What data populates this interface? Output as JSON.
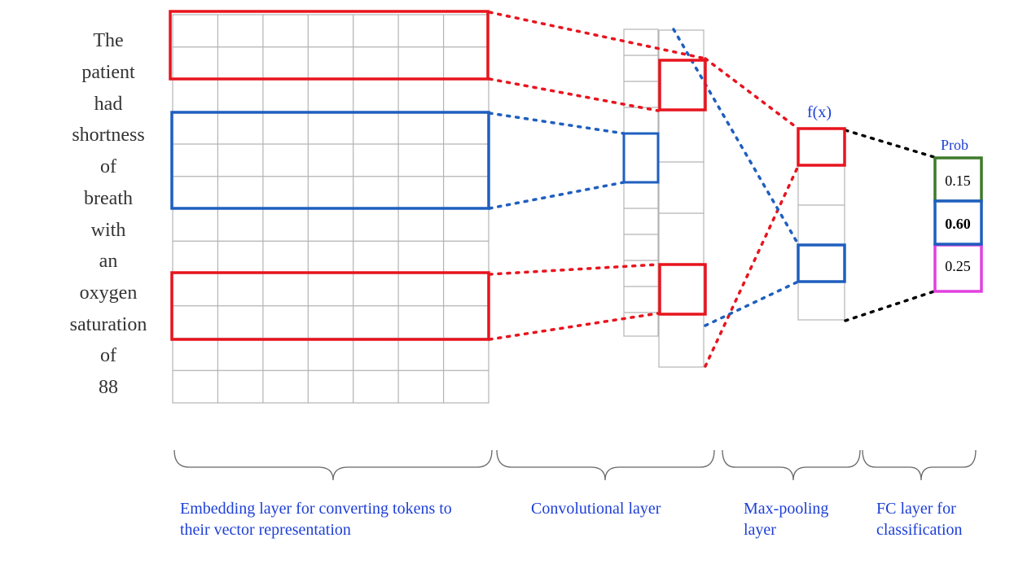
{
  "sentence_tokens": [
    "The",
    "patient",
    "had",
    "shortness",
    "of",
    "breath",
    "with",
    "an",
    "oxygen",
    "saturation",
    "of",
    "88"
  ],
  "fx_label": "f(x)",
  "prob_label": "Prob",
  "probabilities": [
    {
      "value": "0.15",
      "bold": false,
      "color": "#3f7a2a"
    },
    {
      "value": "0.60",
      "bold": true,
      "color": "#1f5fbf"
    },
    {
      "value": "0.25",
      "bold": false,
      "color": "#e040e0"
    }
  ],
  "captions": {
    "embedding": [
      "Embedding layer for converting tokens to",
      "their vector representation"
    ],
    "convolutional": [
      "Convolutional layer"
    ],
    "maxpool": [
      "Max-pooling",
      "layer"
    ],
    "fc": [
      "FC layer for",
      "classification"
    ]
  },
  "colors": {
    "red_filter": "#e8141e",
    "blue_filter": "#1f5fbf",
    "connector_black": "#000000",
    "grid": "#b3b3b3"
  }
}
